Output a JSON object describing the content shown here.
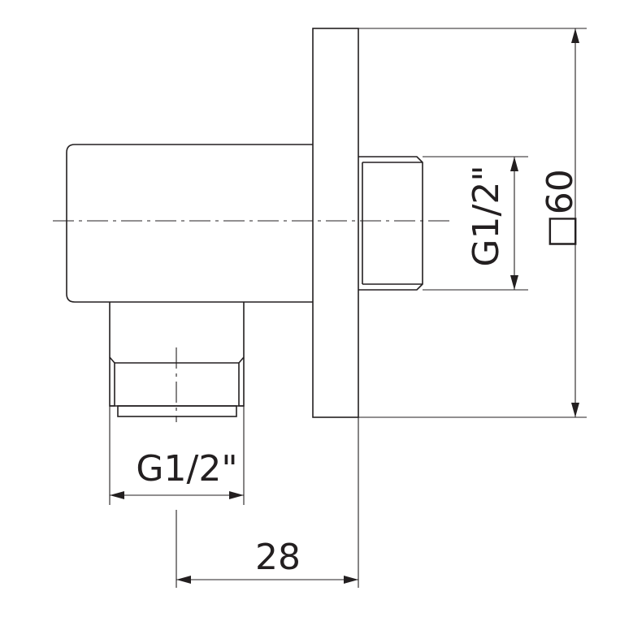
{
  "dimensions": {
    "bottom_thread": "G1/2\"",
    "right_thread": "G1/2\"",
    "offset": "28",
    "plate_size": "□60"
  }
}
